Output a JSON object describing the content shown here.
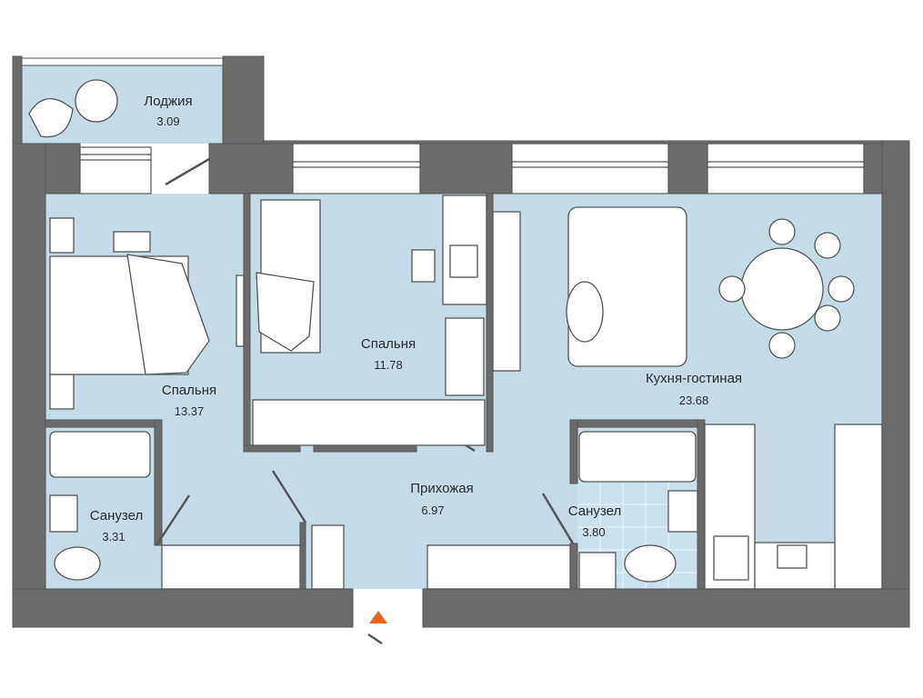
{
  "plan": {
    "colors": {
      "room_fill": "#c5dce6",
      "wall": "#6b6b6b",
      "entrance_marker": "#e8641e",
      "tile_fill": "#c9e1ea"
    },
    "rooms": [
      {
        "name": "Лоджия",
        "area": "3.09"
      },
      {
        "name": "Спальня",
        "area": "13.37"
      },
      {
        "name": "Спальня",
        "area": "11.78"
      },
      {
        "name": "Кухня-гостиная",
        "area": "23.68"
      },
      {
        "name": "Санузел",
        "area": "3.31"
      },
      {
        "name": "Прихожая",
        "area": "6.97"
      },
      {
        "name": "Санузел",
        "area": "3.80"
      }
    ]
  }
}
